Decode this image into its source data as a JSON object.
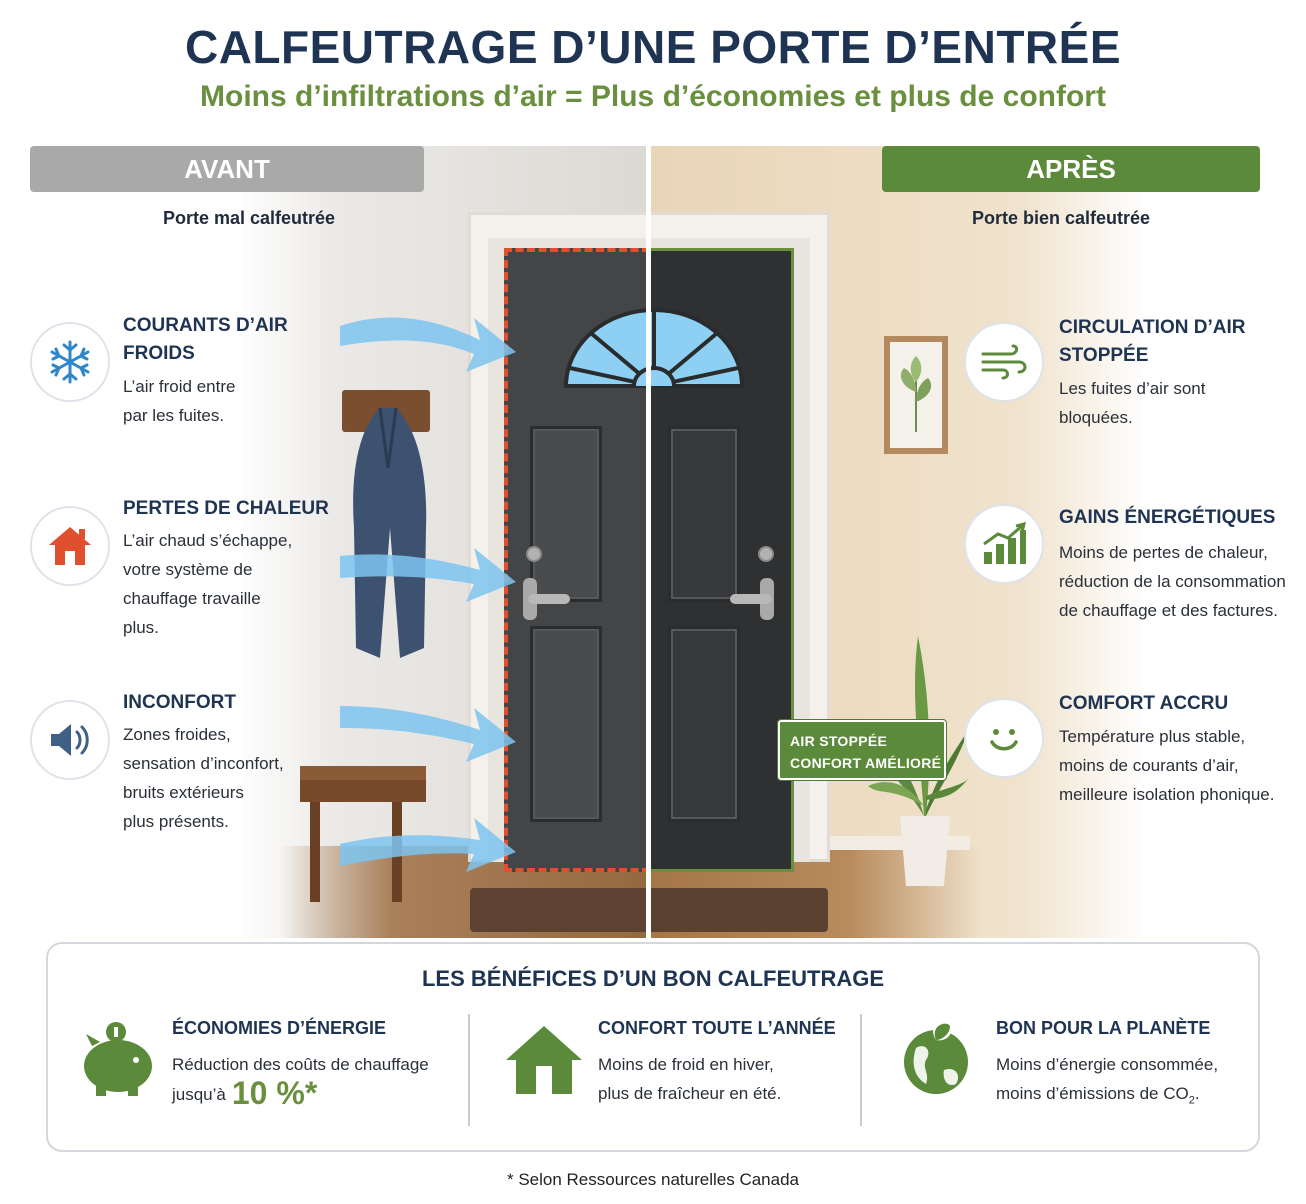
{
  "header": {
    "title": "CALFEUTRAGE D’UNE PORTE D’ENTRÉE",
    "subtitle": "Moins d’infiltrations d’air = Plus d’économies et plus de confort"
  },
  "before": {
    "badge": "AVANT",
    "caption": "Porte mal calfeutrée",
    "features": [
      {
        "title_line1": "COURANTS D’AIR",
        "title_line2": "FROIDS",
        "body_lines": [
          "L’air froid entre",
          "par les fuites."
        ],
        "icon": "snowflake-icon"
      },
      {
        "title_line1": "PERTES DE CHALEUR",
        "body_lines": [
          "L’air chaud s’échappe,",
          "votre système de",
          "chauffage travaille",
          "plus."
        ],
        "icon": "house-heat-icon"
      },
      {
        "title_line1": "INCONFORT",
        "body_lines": [
          "Zones froides,",
          "sensation d’inconfort,",
          "bruits extérieurs",
          "plus présents."
        ],
        "icon": "speaker-icon"
      }
    ]
  },
  "after": {
    "badge": "APRÈS",
    "caption": "Porte bien calfeutrée",
    "door_badge_line1": "AIR STOPPÉE",
    "door_badge_line2": "CONFORT AMÉLIORÉ",
    "features": [
      {
        "title_line1": "CIRCULATION D’AIR",
        "title_line2": "STOPPÉE",
        "body_lines": [
          "Les fuites d’air sont",
          "bloquées."
        ],
        "icon": "wind-icon"
      },
      {
        "title_line1": "GAINS ÉNERGÉTIQUES",
        "body_lines": [
          "Moins de pertes de chaleur,",
          "réduction de la consommation",
          "de chauffage et des factures."
        ],
        "icon": "bar-chart-icon"
      },
      {
        "title_line1": "COMFORT ACCRU",
        "body_lines": [
          "Température plus stable,",
          "moins de courants d’air,",
          "meilleure isolation phonique."
        ],
        "icon": "smiley-icon"
      }
    ]
  },
  "benefits": {
    "title": "LES BÉNÉFICES D’UN BON CALFEUTRAGE",
    "items": [
      {
        "title": "ÉCONOMIES D’ÉNERGIE",
        "line1": "Réduction des coûts de chauffage",
        "line2_prefix": "jusqu’à",
        "highlight": "10 %*",
        "icon": "piggy-bank-icon"
      },
      {
        "title": "CONFORT TOUTE L’ANNÉE",
        "line1": "Moins de froid en hiver,",
        "line2": "plus de fraîcheur en été.",
        "icon": "house-icon"
      },
      {
        "title": "BON POUR LA PLANÈTE",
        "line1": "Moins d’énergie consommée,",
        "line2_prefix": "moins d’émissions de CO",
        "line2_sub": "2",
        "line2_suffix": ".",
        "icon": "globe-leaf-icon"
      }
    ]
  },
  "footnote": "* Selon Ressources naturelles Canada",
  "colors": {
    "navy": "#1e3452",
    "green": "#6a8f3f",
    "green_dark": "#5b8a3a",
    "grey_badge": "#a9a9a9",
    "leak_red": "#e0502f",
    "air_blue": "#7cc4f0"
  }
}
